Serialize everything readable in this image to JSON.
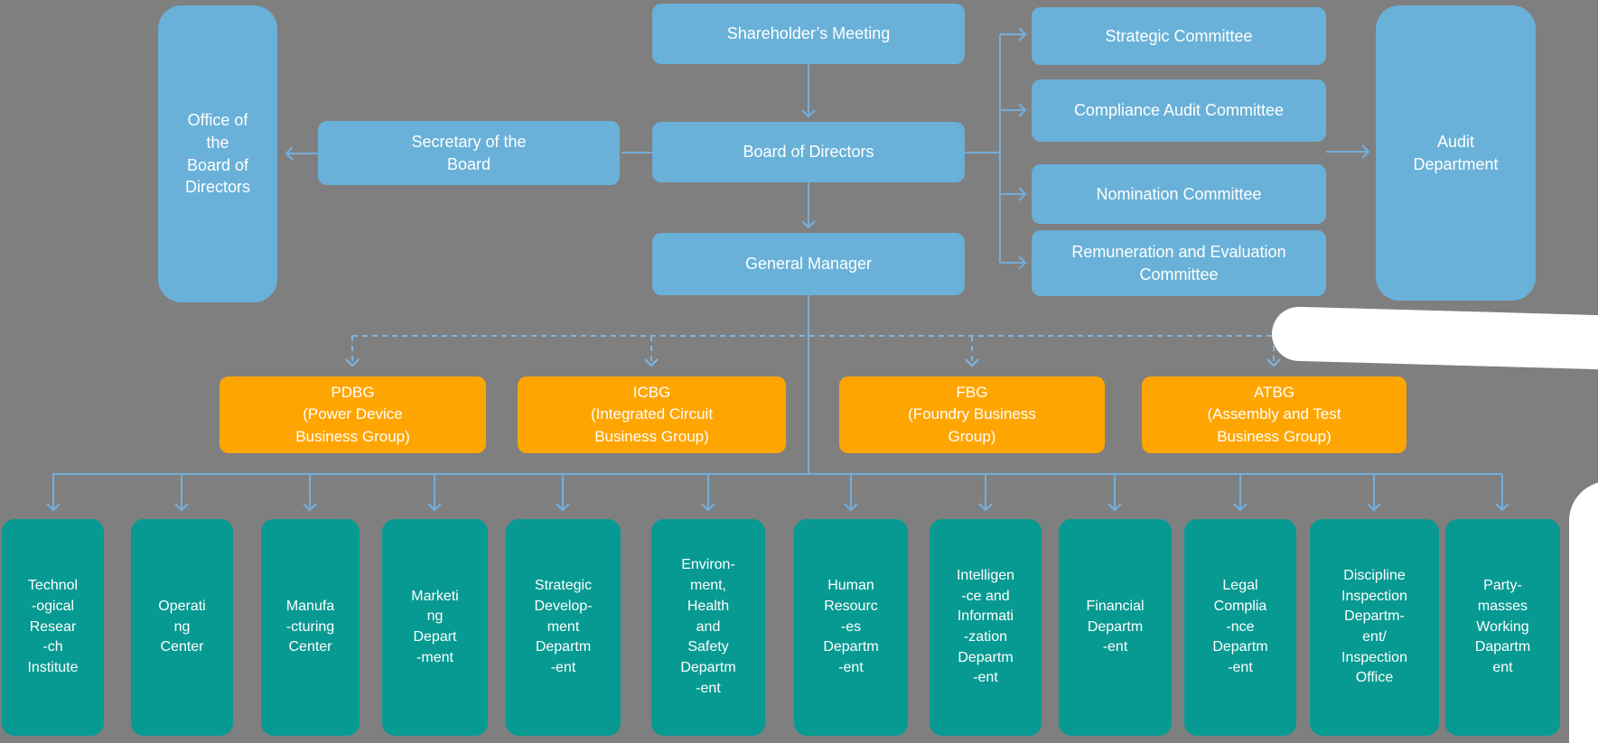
{
  "title": "Company organization chart",
  "nodes": {
    "shareholders_meeting": "Shareholder’s Meeting",
    "board_of_directors": "Board of Directors",
    "general_manager": "General Manager",
    "office_of_board": "Office of\nthe\nBoard of\nDirectors",
    "secretary_of_board": "Secretary of the\nBoard",
    "audit_department": "Audit\nDepartment"
  },
  "committees": [
    {
      "label": "Strategic Committee"
    },
    {
      "label": "Compliance Audit Committee"
    },
    {
      "label": "Nomination Committee"
    },
    {
      "label": "Remuneration and Evaluation\nCommittee"
    }
  ],
  "business_groups": [
    {
      "label": "PDBG\n(Power Device\nBusiness Group)"
    },
    {
      "label": "ICBG\n(Integrated Circuit\nBusiness Group)"
    },
    {
      "label": "FBG\n(Foundry Business\nGroup)"
    },
    {
      "label": "ATBG\n(Assembly and Test\nBusiness Group)"
    }
  ],
  "departments": [
    {
      "label": "Technol\n-ogical\nResear\n-ch\nInstitute"
    },
    {
      "label": "Operati\nng\nCenter"
    },
    {
      "label": "Manufa\n-cturing\nCenter"
    },
    {
      "label": "Marketi\nng\nDepart\n-ment"
    },
    {
      "label": "Strategic\nDevelop-\nment\nDepartm\n-ent"
    },
    {
      "label": "Environ-\nment,\nHealth\nand\nSafety\nDepartm\n-ent"
    },
    {
      "label": "Human\nResourc\n-es\nDepartm\n-ent"
    },
    {
      "label": "Intelligen\n-ce and\nInformati\n-zation\nDepartm\n-ent"
    },
    {
      "label": "Financial\nDepartm\n-ent"
    },
    {
      "label": "Legal\nComplia\n-nce\nDepartm\n-ent"
    },
    {
      "label": "Discipline\nInspection\nDepartm-\nent/\nInspection\nOffice"
    },
    {
      "label": "Party-\nmasses\nWorking\nDapartm\nent"
    }
  ],
  "colors": {
    "background": "#7f7f7f",
    "box_blue": "#69b1d8",
    "box_orange": "#ffa502",
    "box_teal": "#079a92",
    "connector": "#74add9",
    "connector_dashed": "#7fb5e0",
    "text": "#ffffff"
  }
}
